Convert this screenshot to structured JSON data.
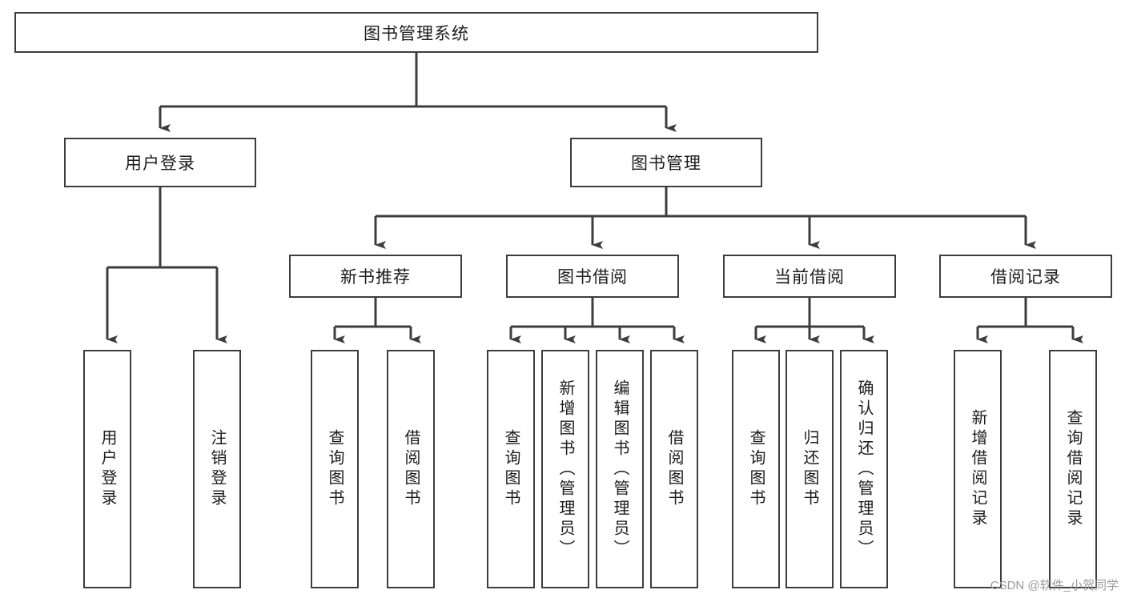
{
  "diagram": {
    "title": "图书管理系统",
    "type": "hierarchy-tree",
    "watermark": "CSDN @软件_小贺同学",
    "colors": {
      "stroke": "#3d3d3d",
      "fill": "#ffffff",
      "text": "#1c1c1c",
      "watermark": "#9a9a9a"
    },
    "nodes": {
      "root": {
        "label": "图书管理系统",
        "level": 0,
        "orientation": "horizontal"
      },
      "level1": [
        {
          "id": "user-login",
          "label": "用户登录",
          "orientation": "horizontal"
        },
        {
          "id": "book-manage",
          "label": "图书管理",
          "orientation": "horizontal"
        }
      ],
      "level2": [
        {
          "id": "new-book-rec",
          "label": "新书推荐",
          "orientation": "horizontal",
          "parent": "book-manage"
        },
        {
          "id": "book-borrow",
          "label": "图书借阅",
          "orientation": "horizontal",
          "parent": "book-manage"
        },
        {
          "id": "current-borrow",
          "label": "当前借阅",
          "orientation": "horizontal",
          "parent": "book-manage"
        },
        {
          "id": "borrow-record",
          "label": "借阅记录",
          "orientation": "horizontal",
          "parent": "book-manage"
        }
      ],
      "leaves": [
        {
          "id": "leaf-user-login",
          "label": "用户登录",
          "parent": "user-login",
          "orientation": "vertical"
        },
        {
          "id": "leaf-logout",
          "label": "注销登录",
          "parent": "user-login",
          "orientation": "vertical"
        },
        {
          "id": "leaf-query-book-1",
          "label": "查询图书",
          "parent": "new-book-rec",
          "orientation": "vertical"
        },
        {
          "id": "leaf-borrow-book-1",
          "label": "借阅图书",
          "parent": "new-book-rec",
          "orientation": "vertical"
        },
        {
          "id": "leaf-query-book-2",
          "label": "查询图书",
          "parent": "book-borrow",
          "orientation": "vertical"
        },
        {
          "id": "leaf-add-book",
          "label": "新增图书（管理员）",
          "parent": "book-borrow",
          "orientation": "vertical"
        },
        {
          "id": "leaf-edit-book",
          "label": "编辑图书（管理员）",
          "parent": "book-borrow",
          "orientation": "vertical"
        },
        {
          "id": "leaf-borrow-book-2",
          "label": "借阅图书",
          "parent": "book-borrow",
          "orientation": "vertical"
        },
        {
          "id": "leaf-query-book-3",
          "label": "查询图书",
          "parent": "current-borrow",
          "orientation": "vertical"
        },
        {
          "id": "leaf-return-book",
          "label": "归还图书",
          "parent": "current-borrow",
          "orientation": "vertical"
        },
        {
          "id": "leaf-confirm-return",
          "label": "确认归还（管理员）",
          "parent": "current-borrow",
          "orientation": "vertical"
        },
        {
          "id": "leaf-add-record",
          "label": "新增借阅记录",
          "parent": "borrow-record",
          "orientation": "vertical"
        },
        {
          "id": "leaf-query-record",
          "label": "查询借阅记录",
          "parent": "borrow-record",
          "orientation": "vertical"
        }
      ]
    }
  }
}
